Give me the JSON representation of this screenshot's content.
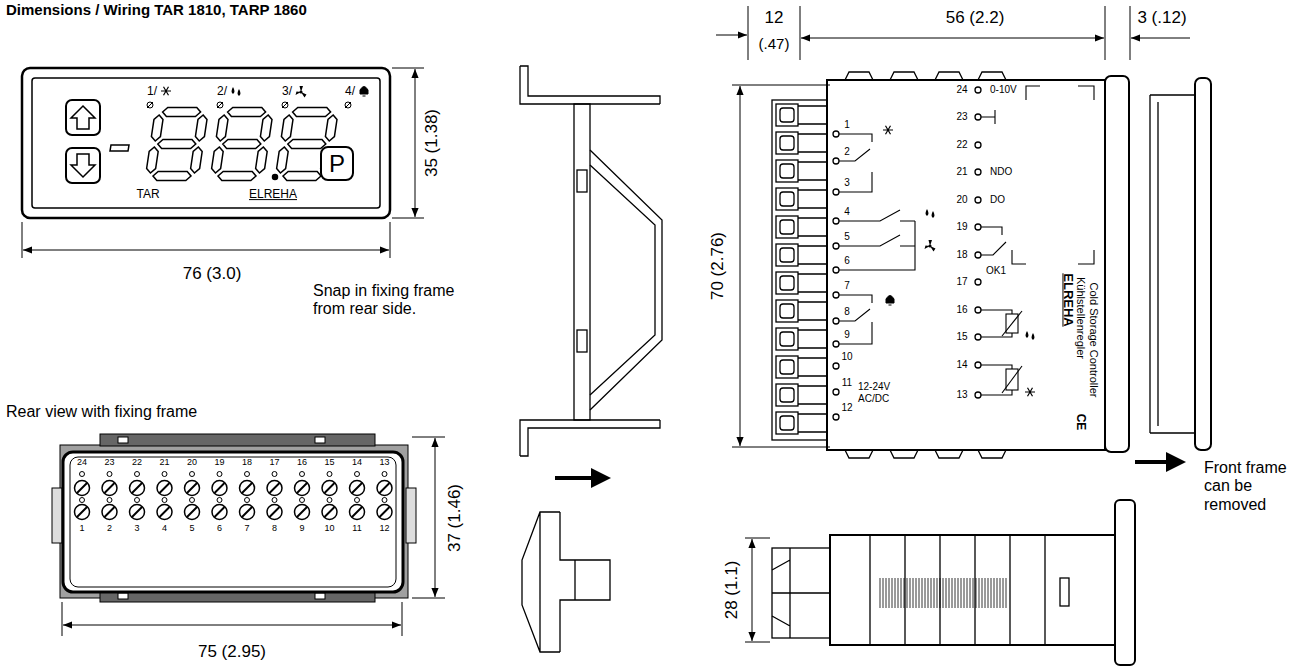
{
  "diagram": {
    "title": "Dimensions / Wiring TAR 1810, TARP 1860",
    "nodes": [
      {
        "text": [
          "TAR",
          "ELREHA"
        ]
      },
      {
        "text": [
          "P"
        ],
        "in": 0
      }
    ],
    "labels": [
      "1/",
      "2/",
      "3/",
      "4/",
      "35 (1.38)",
      "76 (3.0)",
      "Snap in fixing frame from rear side.",
      "Rear view with fixing frame",
      "24",
      "23",
      "22",
      "21",
      "20",
      "19",
      "18",
      "17",
      "16",
      "15",
      "14",
      "13",
      "1",
      "2",
      "3",
      "4",
      "5",
      "6",
      "7",
      "8",
      "9",
      "10",
      "11",
      "12",
      "37 (1.46)",
      "75 (2.95)",
      "12",
      "(.47)",
      "56 (2.2)",
      "3 (.12)",
      "70 (2.76)",
      "1",
      "2",
      "3",
      "4",
      "5",
      "6",
      "7",
      "8",
      "9",
      "10",
      "11",
      "12",
      "12-24V AC/DC",
      "24",
      "23",
      "22",
      "21",
      "20",
      "19",
      "18",
      "17",
      "16",
      "15",
      "14",
      "13",
      "0-10V",
      "NDO",
      "DO",
      "OK1",
      "ELREHA",
      "Kühlstellenregler",
      "Cold Storage Controller",
      "CE",
      "Front frame can be removed",
      "28 (1.1)"
    ]
  }
}
